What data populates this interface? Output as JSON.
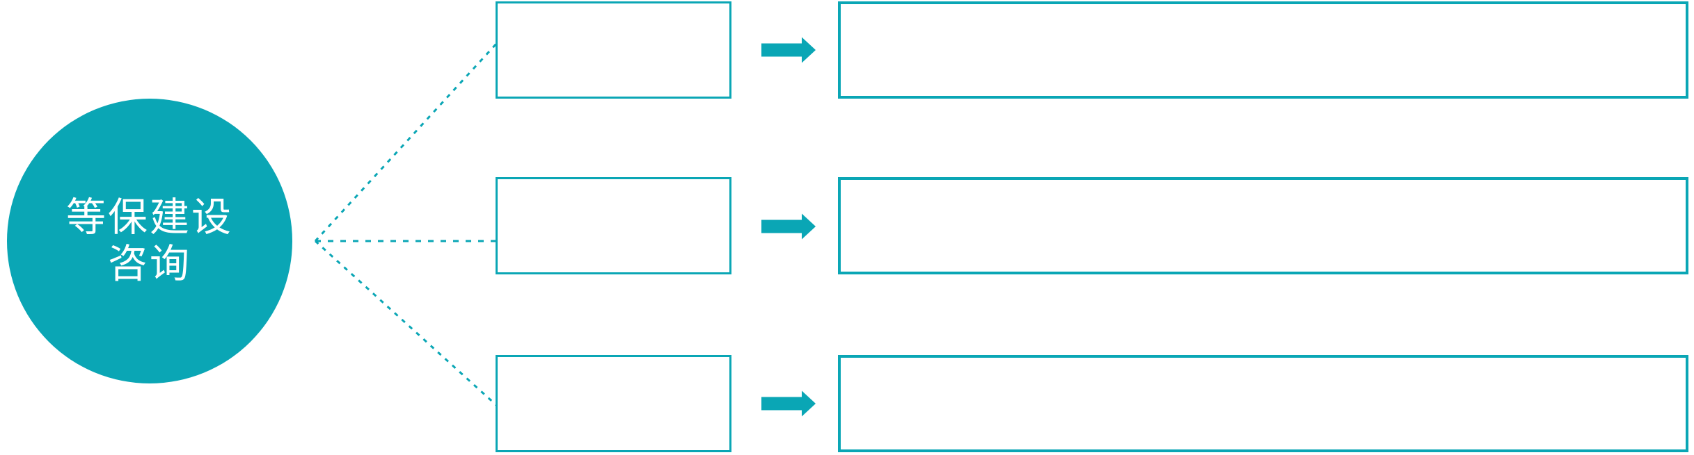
{
  "diagram": {
    "root": {
      "label_line1": "等保建设",
      "label_line2": "咨询"
    },
    "rows": [
      {
        "id": 1,
        "category_box_text": "",
        "detail_box_text": ""
      },
      {
        "id": 2,
        "category_box_text": "",
        "detail_box_text": ""
      },
      {
        "id": 3,
        "category_box_text": "",
        "detail_box_text": ""
      }
    ],
    "icons": {
      "arrow": "right-block-arrow",
      "connector": "dotted-line"
    },
    "colors": {
      "accent_teal": "#0AA6B5",
      "text_on_accent": "#FFFFFF",
      "box_fill": "#FFFFFF"
    }
  }
}
